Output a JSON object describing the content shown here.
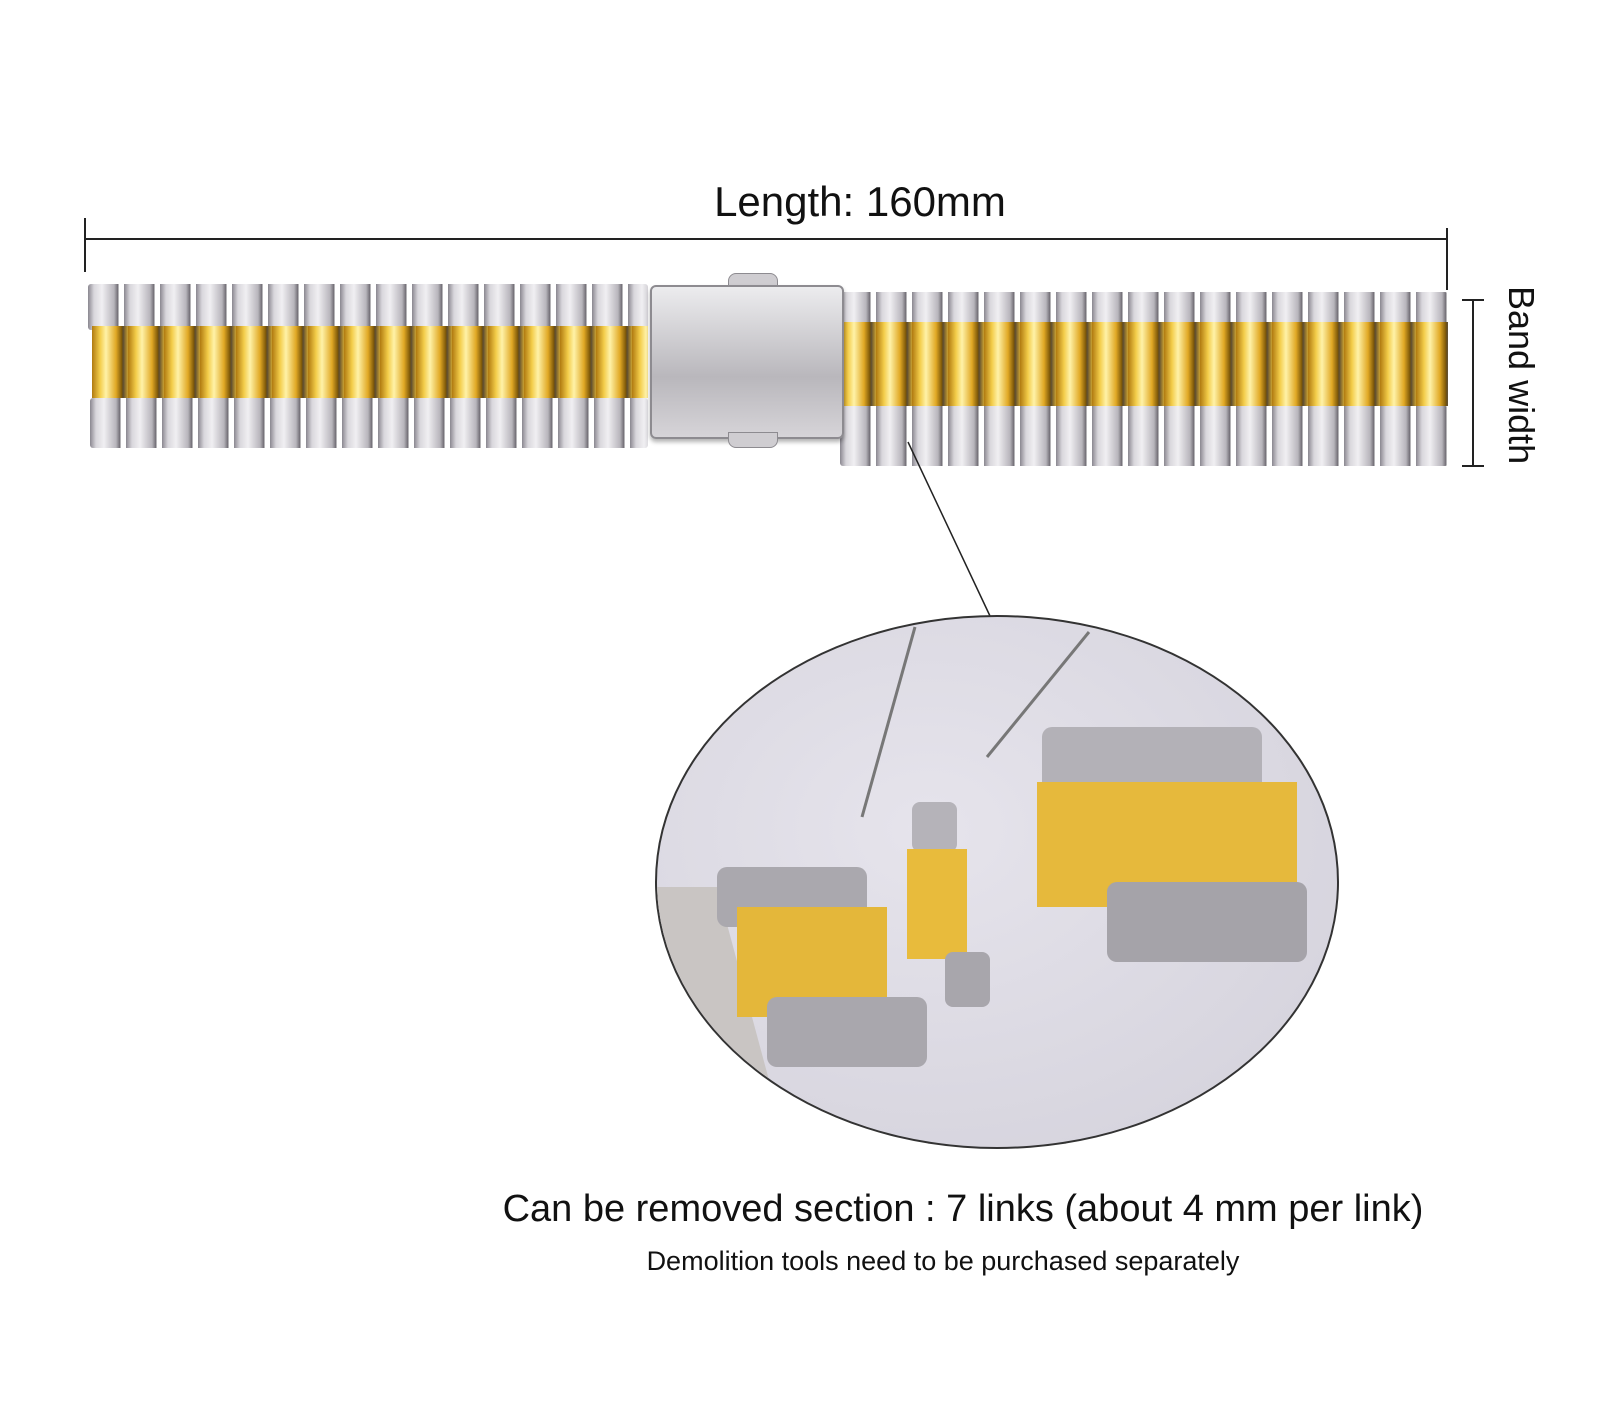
{
  "dimensions": {
    "length_label": "Length: 160mm",
    "band_width_label": "Band width"
  },
  "notes": {
    "removable_section": "Can be removed section : 7 links (about 4 mm per link)",
    "tools_note": "Demolition tools need to be purchased separately"
  },
  "colors": {
    "gold": "#e8b830",
    "silver": "#c8c6cc",
    "detail_bg": "#dcdae3"
  }
}
